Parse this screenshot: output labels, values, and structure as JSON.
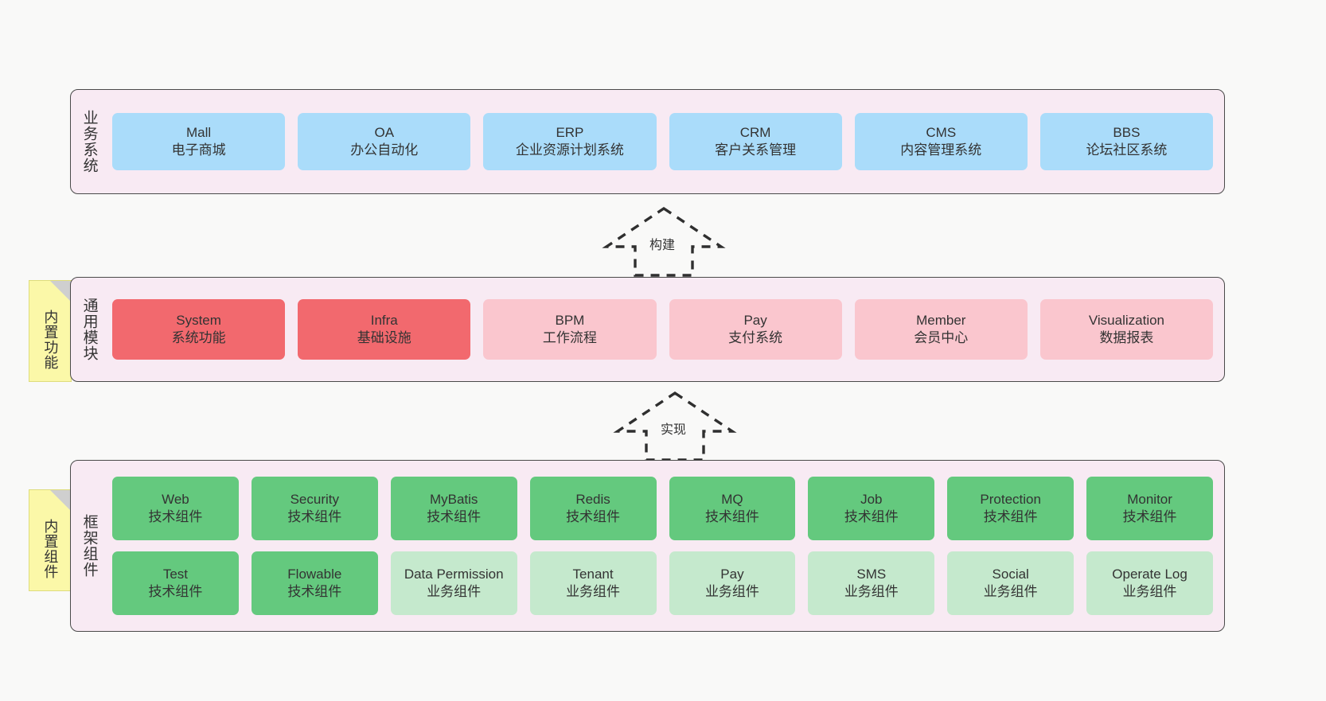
{
  "diagram": {
    "background_color": "#f9f9f8",
    "panel_color": "#f8eaf3",
    "note_color": "#fbf8a8"
  },
  "layers": {
    "business": {
      "title": "业务系统",
      "node_color": "#aadcfa",
      "nodes": [
        {
          "name": "Mall",
          "desc": "电子商城"
        },
        {
          "name": "OA",
          "desc": "办公自动化"
        },
        {
          "name": "ERP",
          "desc": "企业资源计划系统"
        },
        {
          "name": "CRM",
          "desc": "客户关系管理"
        },
        {
          "name": "CMS",
          "desc": "内容管理系统"
        },
        {
          "name": "BBS",
          "desc": "论坛社区系统"
        }
      ]
    },
    "common": {
      "title": "通用模块",
      "note": "内置功能",
      "colors": {
        "primary": "#f2696e",
        "secondary": "#fac6ce"
      },
      "nodes": [
        {
          "name": "System",
          "desc": "系统功能",
          "style": "red"
        },
        {
          "name": "Infra",
          "desc": "基础设施",
          "style": "red"
        },
        {
          "name": "BPM",
          "desc": "工作流程",
          "style": "pink"
        },
        {
          "name": "Pay",
          "desc": "支付系统",
          "style": "pink"
        },
        {
          "name": "Member",
          "desc": "会员中心",
          "style": "pink"
        },
        {
          "name": "Visualization",
          "desc": "数据报表",
          "style": "pink"
        }
      ]
    },
    "framework": {
      "title": "框架组件",
      "note": "内置组件",
      "colors": {
        "tech": "#64c97e",
        "business": "#c5e9cd"
      },
      "row1": [
        {
          "name": "Web",
          "desc": "技术组件",
          "style": "green"
        },
        {
          "name": "Security",
          "desc": "技术组件",
          "style": "green"
        },
        {
          "name": "MyBatis",
          "desc": "技术组件",
          "style": "green"
        },
        {
          "name": "Redis",
          "desc": "技术组件",
          "style": "green"
        },
        {
          "name": "MQ",
          "desc": "技术组件",
          "style": "green"
        },
        {
          "name": "Job",
          "desc": "技术组件",
          "style": "green"
        },
        {
          "name": "Protection",
          "desc": "技术组件",
          "style": "green"
        },
        {
          "name": "Monitor",
          "desc": "技术组件",
          "style": "green"
        }
      ],
      "row2": [
        {
          "name": "Test",
          "desc": "技术组件",
          "style": "green"
        },
        {
          "name": "Flowable",
          "desc": "技术组件",
          "style": "green"
        },
        {
          "name": "Data Permission",
          "desc": "业务组件",
          "style": "lgreen"
        },
        {
          "name": "Tenant",
          "desc": "业务组件",
          "style": "lgreen"
        },
        {
          "name": "Pay",
          "desc": "业务组件",
          "style": "lgreen"
        },
        {
          "name": "SMS",
          "desc": "业务组件",
          "style": "lgreen"
        },
        {
          "name": "Social",
          "desc": "业务组件",
          "style": "lgreen"
        },
        {
          "name": "Operate Log",
          "desc": "业务组件",
          "style": "lgreen"
        }
      ]
    }
  },
  "arrows": [
    {
      "id": "build",
      "label": "构建"
    },
    {
      "id": "implement",
      "label": "实现"
    }
  ]
}
